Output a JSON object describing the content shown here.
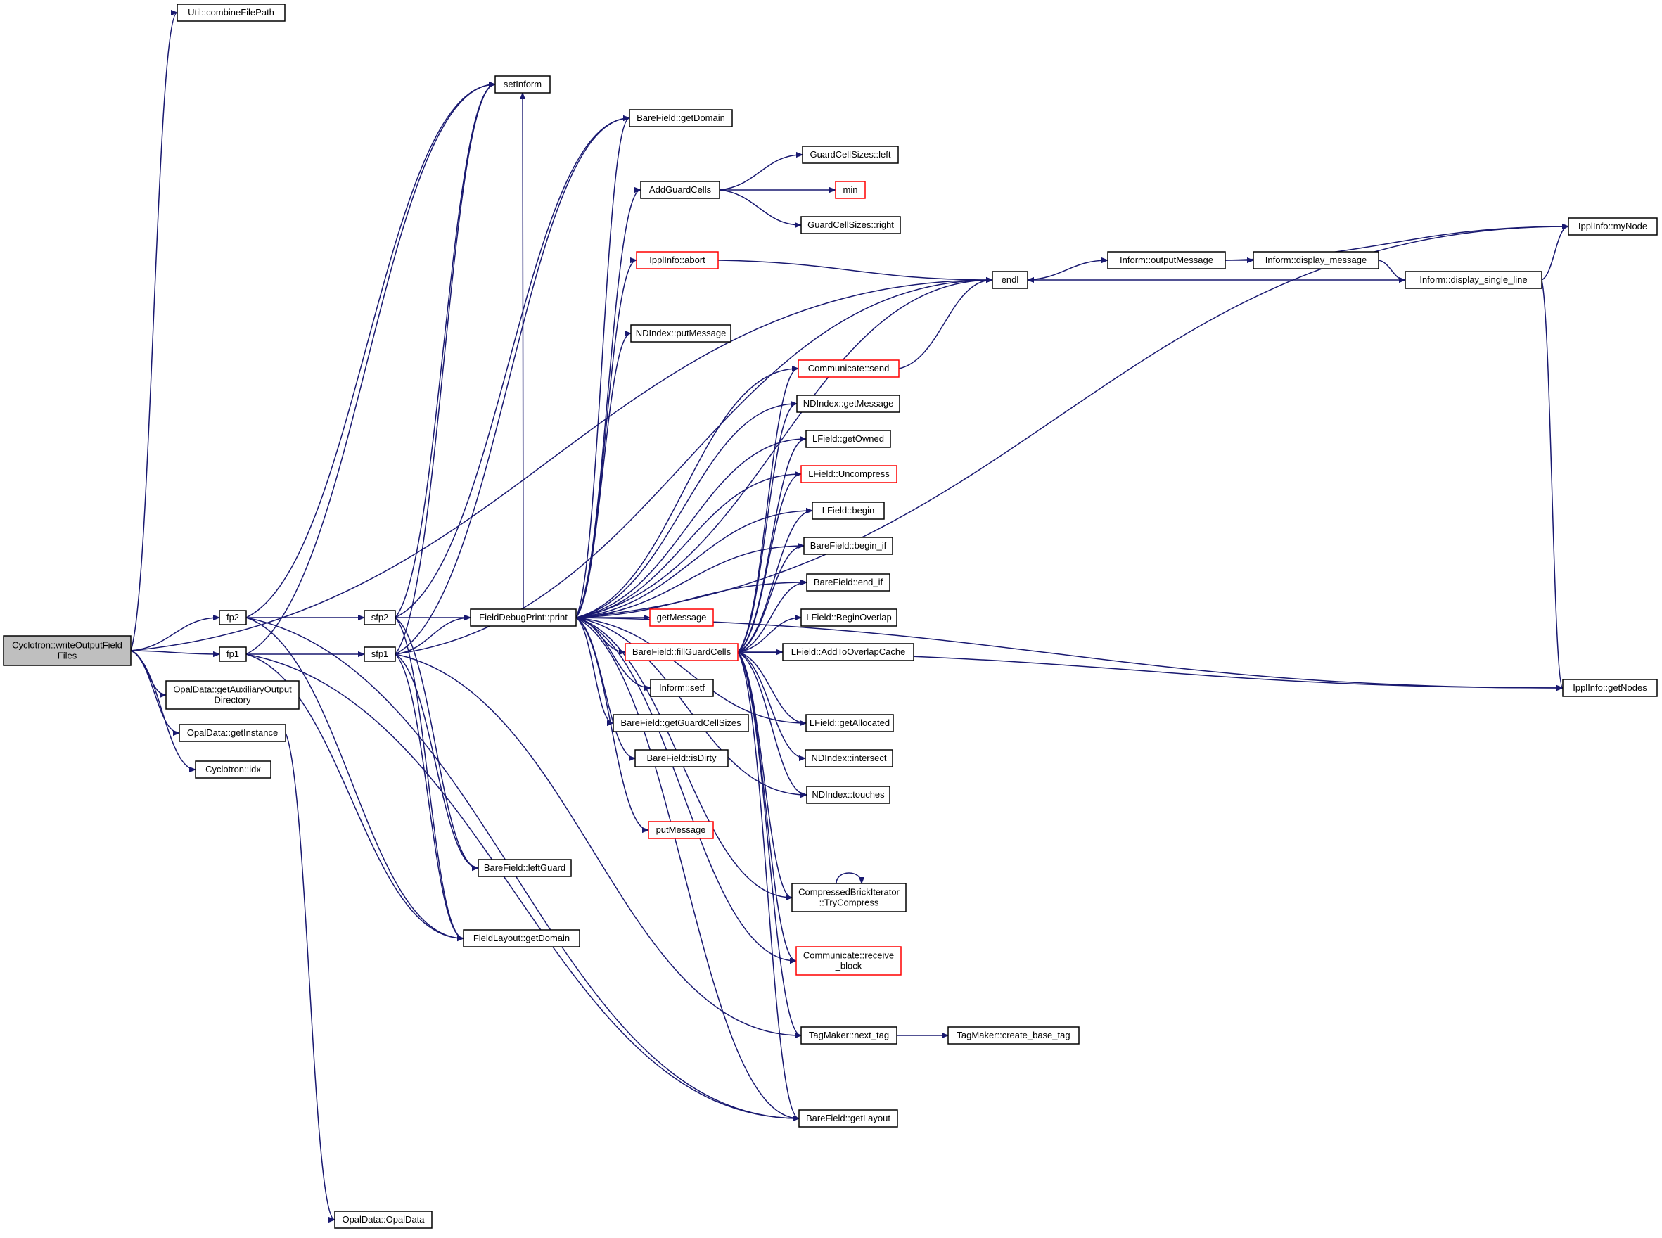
{
  "colors": {
    "edge": "#191970",
    "border": "#000000",
    "incomplete_border": "#ff0000",
    "root_fill": "#bfbfbf",
    "fill": "#ffffff"
  },
  "nodes": [
    {
      "id": "root",
      "lines": [
        "Cyclotron::writeOutputField",
        "Files"
      ],
      "style": "root"
    },
    {
      "id": "combine",
      "lines": [
        "Util::combineFilePath"
      ],
      "style": "normal"
    },
    {
      "id": "fp2",
      "lines": [
        "fp2"
      ],
      "style": "normal"
    },
    {
      "id": "fp1",
      "lines": [
        "fp1"
      ],
      "style": "normal"
    },
    {
      "id": "getaux",
      "lines": [
        "OpalData::getAuxiliaryOutput",
        "Directory"
      ],
      "style": "normal"
    },
    {
      "id": "getinst",
      "lines": [
        "OpalData::getInstance"
      ],
      "style": "normal"
    },
    {
      "id": "idx",
      "lines": [
        "Cyclotron::idx"
      ],
      "style": "normal"
    },
    {
      "id": "opaldata",
      "lines": [
        "OpalData::OpalData"
      ],
      "style": "normal"
    },
    {
      "id": "sfp2",
      "lines": [
        "sfp2"
      ],
      "style": "normal"
    },
    {
      "id": "sfp1",
      "lines": [
        "sfp1"
      ],
      "style": "normal"
    },
    {
      "id": "setinform",
      "lines": [
        "setInform"
      ],
      "style": "normal"
    },
    {
      "id": "bf_getdomain",
      "lines": [
        "BareField::getDomain"
      ],
      "style": "normal"
    },
    {
      "id": "fdp",
      "lines": [
        "FieldDebugPrint::print"
      ],
      "style": "normal"
    },
    {
      "id": "bf_leftguard",
      "lines": [
        "BareField::leftGuard"
      ],
      "style": "normal"
    },
    {
      "id": "fl_getdomain",
      "lines": [
        "FieldLayout::getDomain"
      ],
      "style": "normal"
    },
    {
      "id": "addguard",
      "lines": [
        "AddGuardCells"
      ],
      "style": "normal"
    },
    {
      "id": "ippl_abort",
      "lines": [
        "IpplInfo::abort"
      ],
      "style": "incomplete"
    },
    {
      "id": "nd_putmsg",
      "lines": [
        "NDIndex::putMessage"
      ],
      "style": "normal"
    },
    {
      "id": "getmessage",
      "lines": [
        "getMessage"
      ],
      "style": "incomplete"
    },
    {
      "id": "fillguard",
      "lines": [
        "BareField::fillGuardCells"
      ],
      "style": "incomplete"
    },
    {
      "id": "setf",
      "lines": [
        "Inform::setf"
      ],
      "style": "normal"
    },
    {
      "id": "getgcs",
      "lines": [
        "BareField::getGuardCellSizes"
      ],
      "style": "normal"
    },
    {
      "id": "isdirty",
      "lines": [
        "BareField::isDirty"
      ],
      "style": "normal"
    },
    {
      "id": "putmessage",
      "lines": [
        "putMessage"
      ],
      "style": "incomplete"
    },
    {
      "id": "gcs_left",
      "lines": [
        "GuardCellSizes::left"
      ],
      "style": "normal"
    },
    {
      "id": "min",
      "lines": [
        "min"
      ],
      "style": "incomplete"
    },
    {
      "id": "gcs_right",
      "lines": [
        "GuardCellSizes::right"
      ],
      "style": "normal"
    },
    {
      "id": "comm_send",
      "lines": [
        "Communicate::send"
      ],
      "style": "incomplete"
    },
    {
      "id": "nd_getmsg",
      "lines": [
        "NDIndex::getMessage"
      ],
      "style": "normal"
    },
    {
      "id": "lf_getowned",
      "lines": [
        "LField::getOwned"
      ],
      "style": "normal"
    },
    {
      "id": "lf_uncompress",
      "lines": [
        "LField::Uncompress"
      ],
      "style": "incomplete"
    },
    {
      "id": "lf_begin",
      "lines": [
        "LField::begin"
      ],
      "style": "normal"
    },
    {
      "id": "bf_beginif",
      "lines": [
        "BareField::begin_if"
      ],
      "style": "normal"
    },
    {
      "id": "bf_endif",
      "lines": [
        "BareField::end_if"
      ],
      "style": "normal"
    },
    {
      "id": "lf_beginoverlap",
      "lines": [
        "LField::BeginOverlap"
      ],
      "style": "normal"
    },
    {
      "id": "lf_addoverlap",
      "lines": [
        "LField::AddToOverlapCache"
      ],
      "style": "normal"
    },
    {
      "id": "lf_getalloc",
      "lines": [
        "LField::getAllocated"
      ],
      "style": "normal"
    },
    {
      "id": "nd_intersect",
      "lines": [
        "NDIndex::intersect"
      ],
      "style": "normal"
    },
    {
      "id": "nd_touches",
      "lines": [
        "NDIndex::touches"
      ],
      "style": "normal"
    },
    {
      "id": "cbi_try",
      "lines": [
        "CompressedBrickIterator",
        "::TryCompress"
      ],
      "style": "normal"
    },
    {
      "id": "comm_recv",
      "lines": [
        "Communicate::receive",
        "_block"
      ],
      "style": "incomplete"
    },
    {
      "id": "tag_next",
      "lines": [
        "TagMaker::next_tag"
      ],
      "style": "normal"
    },
    {
      "id": "bf_getlayout",
      "lines": [
        "BareField::getLayout"
      ],
      "style": "normal"
    },
    {
      "id": "tag_create",
      "lines": [
        "TagMaker::create_base_tag"
      ],
      "style": "normal"
    },
    {
      "id": "endl",
      "lines": [
        "endl"
      ],
      "style": "normal"
    },
    {
      "id": "inf_outmsg",
      "lines": [
        "Inform::outputMessage"
      ],
      "style": "normal"
    },
    {
      "id": "inf_dispmsg",
      "lines": [
        "Inform::display_message"
      ],
      "style": "normal"
    },
    {
      "id": "inf_dispsingle",
      "lines": [
        "Inform::display_single_line"
      ],
      "style": "normal"
    },
    {
      "id": "ippl_mynode",
      "lines": [
        "IpplInfo::myNode"
      ],
      "style": "normal"
    },
    {
      "id": "ippl_getnodes",
      "lines": [
        "IpplInfo::getNodes"
      ],
      "style": "normal"
    }
  ],
  "edges": [
    [
      "root",
      "combine"
    ],
    [
      "root",
      "endl"
    ],
    [
      "root",
      "fp2"
    ],
    [
      "root",
      "fp1"
    ],
    [
      "root",
      "getaux"
    ],
    [
      "root",
      "getinst"
    ],
    [
      "root",
      "idx"
    ],
    [
      "fp2",
      "setinform"
    ],
    [
      "fp2",
      "sfp2"
    ],
    [
      "fp2",
      "fl_getdomain"
    ],
    [
      "fp2",
      "bf_getlayout"
    ],
    [
      "fp1",
      "setinform"
    ],
    [
      "fp1",
      "sfp1"
    ],
    [
      "fp1",
      "fl_getdomain"
    ],
    [
      "fp1",
      "bf_getlayout"
    ],
    [
      "getinst",
      "opaldata"
    ],
    [
      "sfp2",
      "setinform"
    ],
    [
      "sfp2",
      "bf_getdomain"
    ],
    [
      "sfp2",
      "fdp"
    ],
    [
      "sfp2",
      "bf_leftguard"
    ],
    [
      "sfp2",
      "fl_getdomain"
    ],
    [
      "sfp1",
      "setinform"
    ],
    [
      "sfp1",
      "bf_getdomain"
    ],
    [
      "sfp1",
      "fdp"
    ],
    [
      "sfp1",
      "bf_leftguard"
    ],
    [
      "sfp1",
      "fl_getdomain"
    ],
    [
      "sfp1",
      "endl"
    ],
    [
      "sfp1",
      "tag_next"
    ],
    [
      "fdp",
      "bf_getdomain"
    ],
    [
      "fdp",
      "addguard"
    ],
    [
      "fdp",
      "ippl_abort"
    ],
    [
      "fdp",
      "nd_putmsg"
    ],
    [
      "fdp",
      "getmessage"
    ],
    [
      "fdp",
      "fillguard"
    ],
    [
      "fdp",
      "setf"
    ],
    [
      "fdp",
      "getgcs"
    ],
    [
      "fdp",
      "isdirty"
    ],
    [
      "fdp",
      "putmessage"
    ],
    [
      "fdp",
      "setinform"
    ],
    [
      "fdp",
      "endl"
    ],
    [
      "fdp",
      "comm_send"
    ],
    [
      "fdp",
      "nd_getmsg"
    ],
    [
      "fdp",
      "lf_getowned"
    ],
    [
      "fdp",
      "lf_uncompress"
    ],
    [
      "fdp",
      "lf_begin"
    ],
    [
      "fdp",
      "bf_beginif"
    ],
    [
      "fdp",
      "bf_endif"
    ],
    [
      "fdp",
      "lf_getalloc"
    ],
    [
      "fdp",
      "nd_touches"
    ],
    [
      "fdp",
      "cbi_try"
    ],
    [
      "fdp",
      "comm_recv"
    ],
    [
      "fdp",
      "bf_getlayout"
    ],
    [
      "fdp",
      "ippl_mynode"
    ],
    [
      "fdp",
      "ippl_getnodes"
    ],
    [
      "addguard",
      "gcs_left"
    ],
    [
      "addguard",
      "min"
    ],
    [
      "addguard",
      "gcs_right"
    ],
    [
      "ippl_abort",
      "endl"
    ],
    [
      "fillguard",
      "comm_send"
    ],
    [
      "fillguard",
      "nd_getmsg"
    ],
    [
      "fillguard",
      "lf_getowned"
    ],
    [
      "fillguard",
      "lf_uncompress"
    ],
    [
      "fillguard",
      "lf_begin"
    ],
    [
      "fillguard",
      "bf_beginif"
    ],
    [
      "fillguard",
      "bf_endif"
    ],
    [
      "fillguard",
      "lf_beginoverlap"
    ],
    [
      "fillguard",
      "lf_addoverlap"
    ],
    [
      "fillguard",
      "lf_getalloc"
    ],
    [
      "fillguard",
      "nd_intersect"
    ],
    [
      "fillguard",
      "nd_touches"
    ],
    [
      "fillguard",
      "cbi_try"
    ],
    [
      "fillguard",
      "comm_recv"
    ],
    [
      "fillguard",
      "tag_next"
    ],
    [
      "fillguard",
      "bf_getlayout"
    ],
    [
      "fillguard",
      "ippl_getnodes"
    ],
    [
      "comm_send",
      "endl"
    ],
    [
      "cbi_try",
      "cbi_try"
    ],
    [
      "tag_next",
      "tag_create"
    ],
    [
      "endl",
      "inf_outmsg"
    ],
    [
      "inf_outmsg",
      "inf_dispmsg"
    ],
    [
      "inf_outmsg",
      "ippl_mynode"
    ],
    [
      "inf_dispmsg",
      "inf_dispsingle"
    ],
    [
      "inf_dispsingle",
      "endl"
    ],
    [
      "inf_dispsingle",
      "ippl_mynode"
    ],
    [
      "inf_dispsingle",
      "ippl_getnodes"
    ]
  ]
}
